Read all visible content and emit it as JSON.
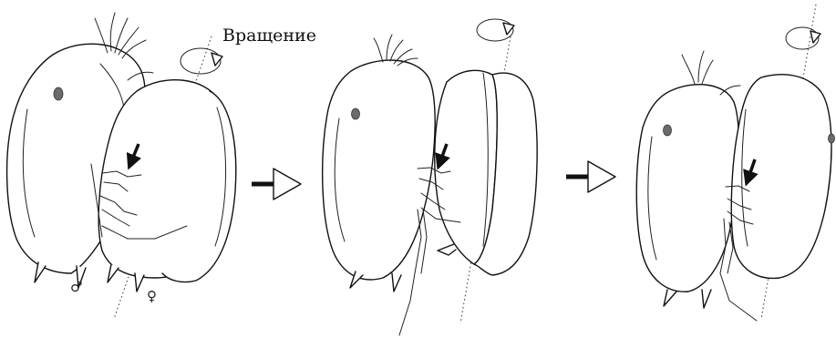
{
  "rotation_label": "Вращение",
  "male_symbol": "♂",
  "female_symbol": "♀",
  "panels": [
    {
      "id": "panel-1"
    },
    {
      "id": "panel-2"
    },
    {
      "id": "panel-3"
    }
  ],
  "colors": {
    "ink": "#111111",
    "eye": "#6b6b6b",
    "background": "#ffffff"
  }
}
